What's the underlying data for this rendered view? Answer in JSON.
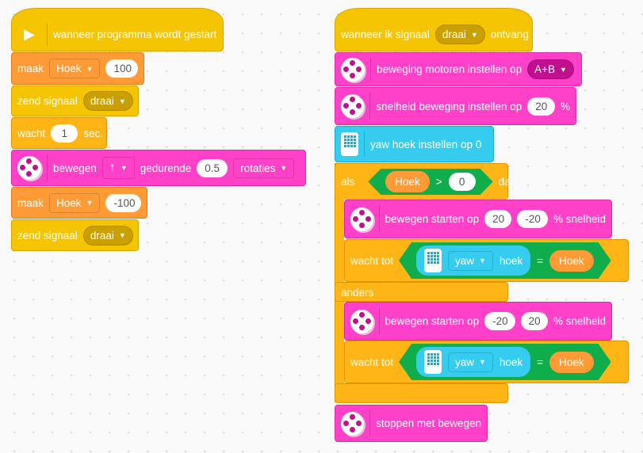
{
  "left_stack": {
    "hat": "wanneer programma wordt gestart",
    "set1": {
      "label": "maak",
      "var": "Hoek",
      "value": "100"
    },
    "broadcast1": {
      "label": "zend signaal",
      "msg": "draai"
    },
    "wait": {
      "label": "wacht",
      "value": "1",
      "unit": "sec."
    },
    "move": {
      "label": "bewegen",
      "dir": "↑",
      "mid": "gedurende",
      "value": "0.5",
      "unit": "rotaties"
    },
    "set2": {
      "label": "maak",
      "var": "Hoek",
      "value": "-100"
    },
    "broadcast2": {
      "label": "zend signaal",
      "msg": "draai"
    }
  },
  "right_stack": {
    "hat": {
      "pre": "wanneer ik signaal",
      "msg": "draai",
      "post": "ontvang"
    },
    "motors": {
      "label": "beweging motoren instellen op",
      "value": "A+B"
    },
    "speed": {
      "label": "snelheid beweging instellen op",
      "value": "20",
      "unit": "%"
    },
    "yaw": {
      "label": "yaw hoek instellen op 0"
    },
    "if": {
      "als": "als",
      "var": "Hoek",
      "op": ">",
      "value": "0",
      "dan": "dan",
      "anders": "anders"
    },
    "start1": {
      "label": "bewegen starten op",
      "a": "20",
      "b": "-20",
      "unit": "% snelheid"
    },
    "waituntil1": {
      "label": "wacht tot",
      "axis": "yaw",
      "hoek": "hoek",
      "op": "=",
      "var": "Hoek"
    },
    "start2": {
      "label": "bewegen starten op",
      "a": "-20",
      "b": "20",
      "unit": "% snelheid"
    },
    "waituntil2": {
      "label": "wacht tot",
      "axis": "yaw",
      "hoek": "hoek",
      "op": "=",
      "var": "Hoek"
    },
    "stop": {
      "label": "stoppen met bewegen"
    }
  },
  "colors": {
    "events": "#f5c402",
    "variables": "#ff9b37",
    "motion": "#ff40c8",
    "sensors": "#35ccef",
    "control": "#ffb515",
    "operators": "#0fad4b"
  }
}
